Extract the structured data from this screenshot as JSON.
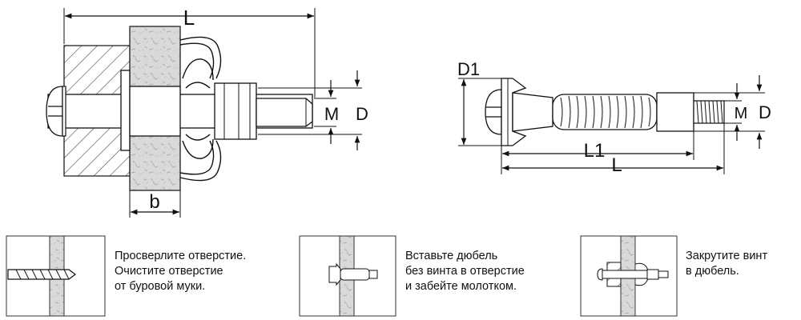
{
  "dimensions": {
    "L": "L",
    "b": "b",
    "M": "M",
    "D": "D",
    "D1": "D1",
    "L1": "L1"
  },
  "steps": [
    {
      "lines": [
        "Просверлите отверстие.",
        "Очистите отверстие",
        "от буровой муки."
      ]
    },
    {
      "lines": [
        "Вставьте дюбель",
        "без винта в отверстие",
        "и забейте молотком."
      ]
    },
    {
      "lines": [
        "Закрутите винт",
        "в дюбель."
      ]
    }
  ],
  "colors": {
    "line": "#1a1a1a",
    "wall_fill": "#d6d6d6",
    "metal_fill": "#e6e6e6",
    "hatch": "#555555"
  }
}
